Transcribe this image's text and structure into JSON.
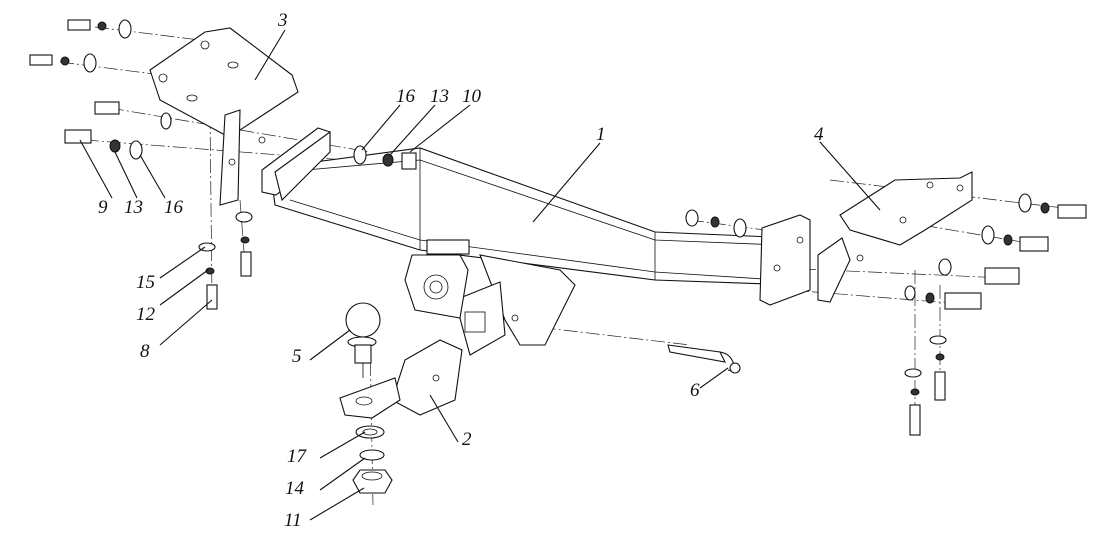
{
  "diagram": {
    "part_labels": [
      "1",
      "2",
      "3",
      "4",
      "5",
      "6",
      "8",
      "9",
      "10",
      "11",
      "12",
      "13",
      "13",
      "14",
      "15",
      "16",
      "16",
      "17"
    ]
  },
  "callouts": {
    "c1": "1",
    "c2": "2",
    "c3": "3",
    "c4": "4",
    "c5": "5",
    "c6": "6",
    "c8": "8",
    "c9": "9",
    "c10": "10",
    "c11": "11",
    "c12": "12",
    "c13a": "13",
    "c13b": "13",
    "c14": "14",
    "c15": "15",
    "c16a": "16",
    "c16b": "16",
    "c17": "17"
  }
}
